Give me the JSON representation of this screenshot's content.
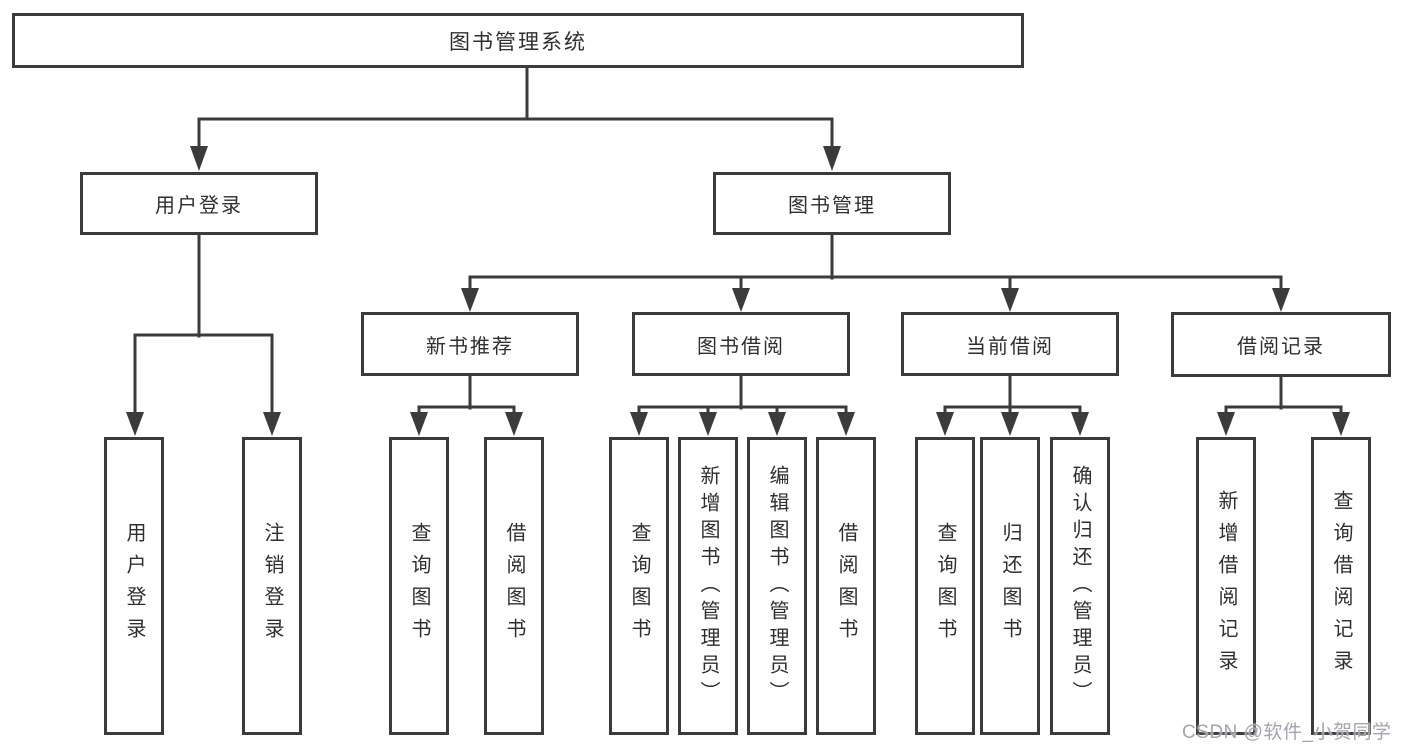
{
  "diagram": {
    "title_node": "图书管理系统",
    "nodes": {
      "root": {
        "label": "图书管理系统"
      },
      "user_login": {
        "label": "用户登录"
      },
      "book_mgmt": {
        "label": "图书管理"
      },
      "new_book_rec": {
        "label": "新书推荐"
      },
      "book_borrow": {
        "label": "图书借阅"
      },
      "current_borrow": {
        "label": "当前借阅"
      },
      "borrow_records": {
        "label": "借阅记录"
      },
      "leaf_user_login": {
        "label": "用户登录"
      },
      "leaf_logout": {
        "label": "注销登录"
      },
      "leaf_query_book_rec": {
        "label": "查询图书"
      },
      "leaf_borrow_book_rec": {
        "label": "借阅图书"
      },
      "leaf_query_book_borrow": {
        "label": "查询图书"
      },
      "leaf_add_book_admin": {
        "label": "新增图书（管理员）"
      },
      "leaf_edit_book_admin": {
        "label": "编辑图书（管理员）"
      },
      "leaf_borrow_book_borrow": {
        "label": "借阅图书"
      },
      "leaf_query_book_current": {
        "label": "查询图书"
      },
      "leaf_return_book": {
        "label": "归还图书"
      },
      "leaf_confirm_return_admin": {
        "label": "确认归还（管理员）"
      },
      "leaf_add_borrow_record": {
        "label": "新增借阅记录"
      },
      "leaf_query_borrow_record": {
        "label": "查询借阅记录"
      }
    },
    "hierarchy": {
      "root": [
        "user_login",
        "book_mgmt"
      ],
      "user_login": [
        "leaf_user_login",
        "leaf_logout"
      ],
      "book_mgmt": [
        "new_book_rec",
        "book_borrow",
        "current_borrow",
        "borrow_records"
      ],
      "new_book_rec": [
        "leaf_query_book_rec",
        "leaf_borrow_book_rec"
      ],
      "book_borrow": [
        "leaf_query_book_borrow",
        "leaf_add_book_admin",
        "leaf_edit_book_admin",
        "leaf_borrow_book_borrow"
      ],
      "current_borrow": [
        "leaf_query_book_current",
        "leaf_return_book",
        "leaf_confirm_return_admin"
      ],
      "borrow_records": [
        "leaf_add_borrow_record",
        "leaf_query_borrow_record"
      ]
    }
  },
  "watermark": {
    "text": "CSDN @软件_小贺同学"
  },
  "colors": {
    "line": "#3b3b3b",
    "box_border": "#3b3b3b",
    "box_fill": "#ffffff",
    "text": "#2f2f2f",
    "watermark": "#a3a5ad",
    "background": "#ffffff"
  }
}
